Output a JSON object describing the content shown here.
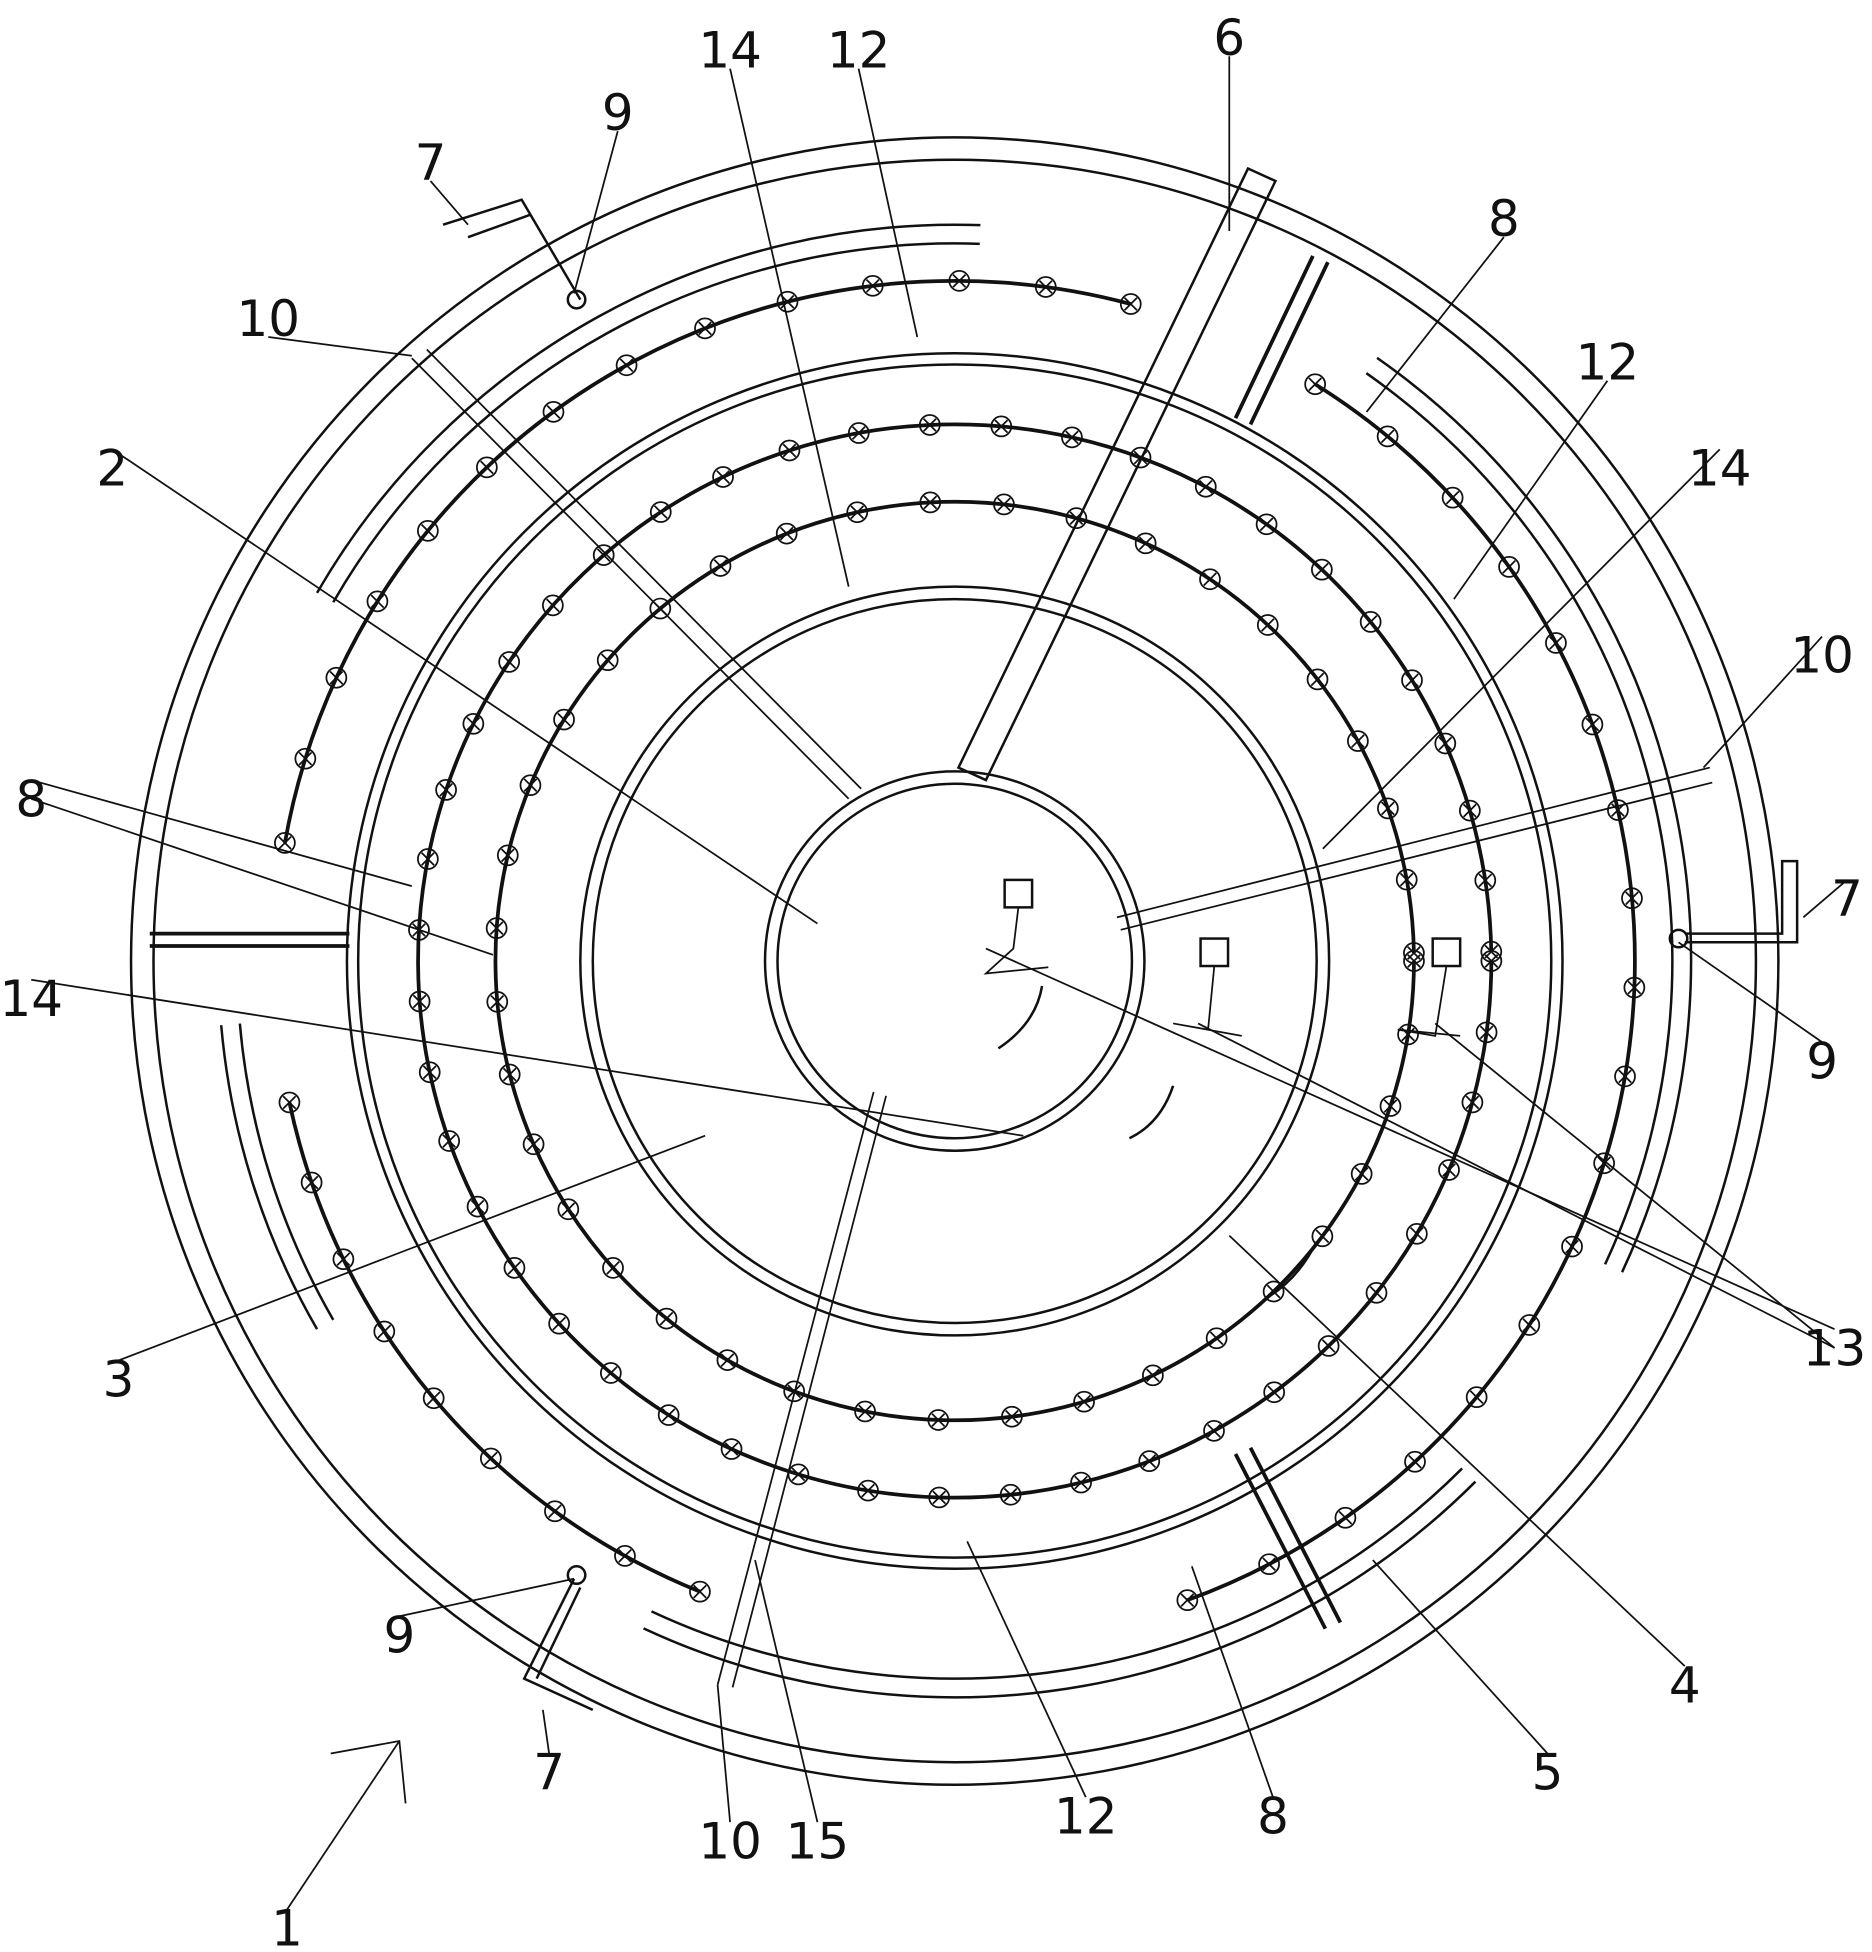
{
  "labels": [
    "14",
    "12",
    "6",
    "7",
    "9",
    "10",
    "8",
    "12",
    "14",
    "10",
    "2",
    "8",
    "7",
    "9",
    "14",
    "13",
    "3",
    "4",
    "5",
    "8",
    "12",
    "15",
    "10",
    "7",
    "9",
    "1"
  ]
}
